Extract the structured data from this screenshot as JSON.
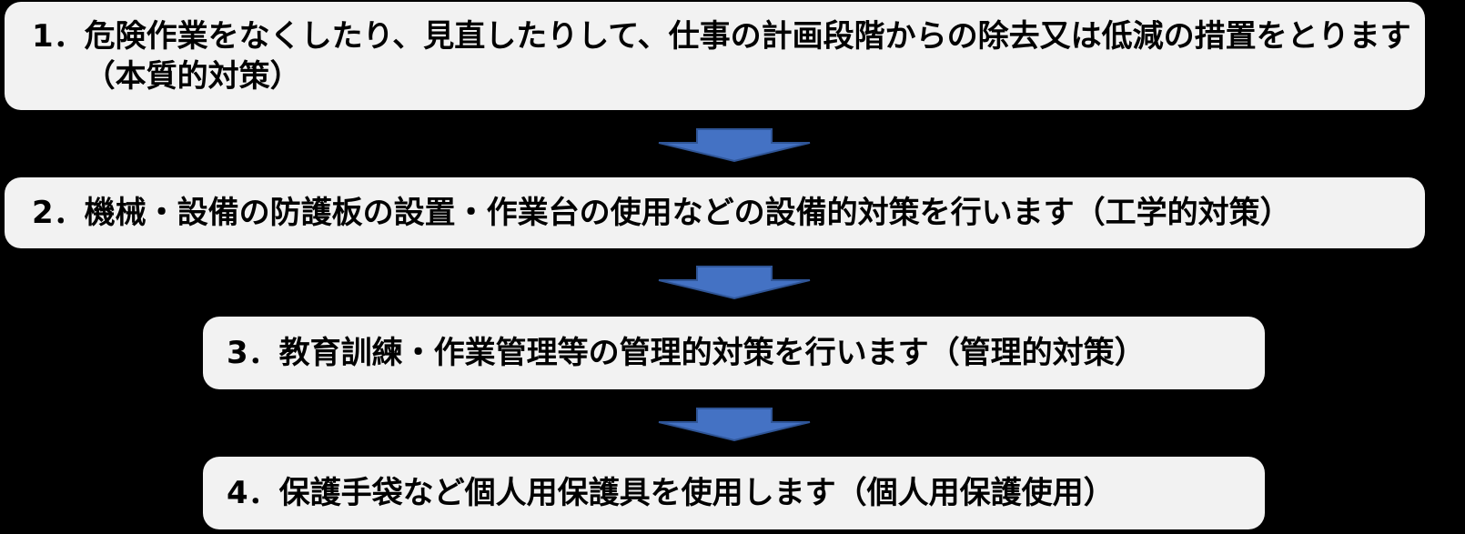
{
  "diagram": {
    "type": "flowchart",
    "direction": "top-to-bottom",
    "colors": {
      "background": "#000000",
      "box_fill": "#f2f2f2",
      "text": "#000000",
      "arrow_fill": "#4472c4",
      "arrow_stroke": "#2f5597"
    },
    "steps": [
      {
        "number": "1．",
        "text": "危険作業をなくしたり、見直したりして、仕事の計画段階からの除去又は低減の措置をとります（本質的対策）"
      },
      {
        "number": "2．",
        "text": "機械・設備の防護板の設置・作業台の使用などの設備的対策を行います（工学的対策）"
      },
      {
        "number": "3．",
        "text": "教育訓練・作業管理等の管理的対策を行います（管理的対策）"
      },
      {
        "number": "4．",
        "text": "保護手袋など個人用保護具を使用します（個人用保護使用）"
      }
    ],
    "arrows": [
      {
        "from": 1,
        "to": 2,
        "icon": "down-arrow-icon"
      },
      {
        "from": 2,
        "to": 3,
        "icon": "down-arrow-icon"
      },
      {
        "from": 3,
        "to": 4,
        "icon": "down-arrow-icon"
      }
    ]
  }
}
